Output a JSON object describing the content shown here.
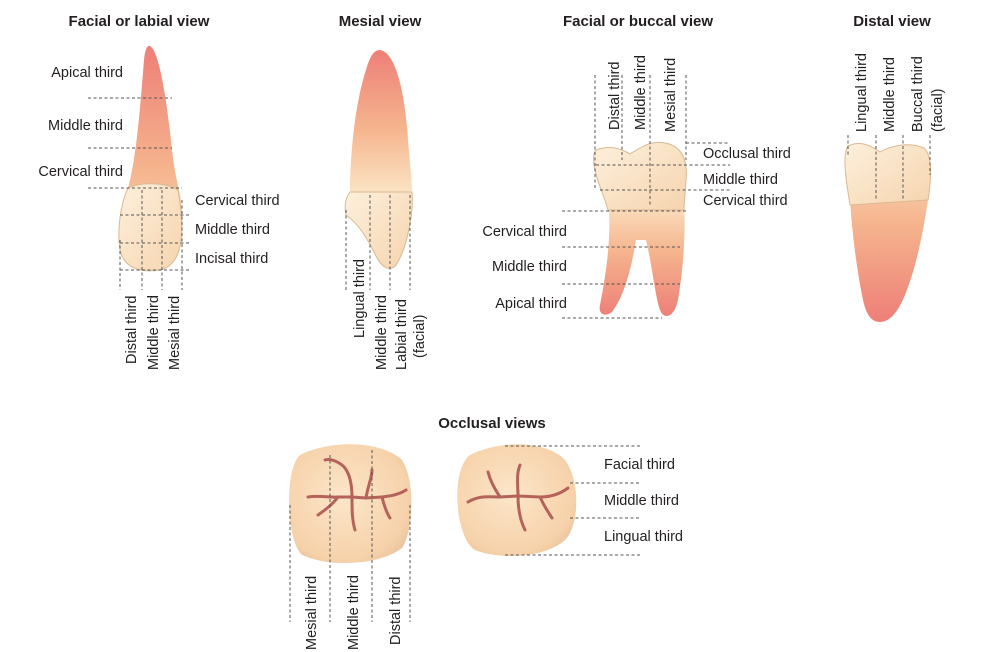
{
  "titles": {
    "facial_labial": "Facial or labial view",
    "mesial": "Mesial view",
    "facial_buccal": "Facial or buccal view",
    "distal": "Distal view",
    "occlusal": "Occlusal views"
  },
  "incisor_facial": {
    "root_labels": [
      "Apical third",
      "Middle third",
      "Cervical third"
    ],
    "crown_labels": [
      "Cervical third",
      "Middle third",
      "Incisal third"
    ],
    "vertical_labels": [
      "Distal third",
      "Middle third",
      "Mesial third"
    ]
  },
  "incisor_mesial": {
    "vertical_labels": [
      "Lingual third",
      "Middle third",
      "Labial third",
      "(facial)"
    ]
  },
  "molar_buccal": {
    "vertical_labels": [
      "Distal third",
      "Middle third",
      "Mesial third"
    ],
    "crown_labels": [
      "Occlusal third",
      "Middle third",
      "Cervical third"
    ],
    "root_labels": [
      "Cervical third",
      "Middle third",
      "Apical third"
    ]
  },
  "molar_distal": {
    "vertical_labels": [
      "Lingual third",
      "Middle third",
      "Buccal third",
      "(facial)"
    ]
  },
  "occlusal": {
    "right_labels": [
      "Facial third",
      "Middle third",
      "Lingual third"
    ],
    "bottom_labels": [
      "Mesial third",
      "Middle third",
      "Distal third"
    ]
  },
  "colors": {
    "enamel": "#fbe3c3",
    "root_tip": "#ee7f78",
    "groove": "#b5625a",
    "guide": "#555555"
  },
  "icons": [
    "incisor-facial-tooth-icon",
    "incisor-mesial-tooth-icon",
    "molar-buccal-tooth-icon",
    "molar-distal-tooth-icon",
    "molar-occlusal-tooth-icon",
    "premolar-occlusal-tooth-icon"
  ]
}
